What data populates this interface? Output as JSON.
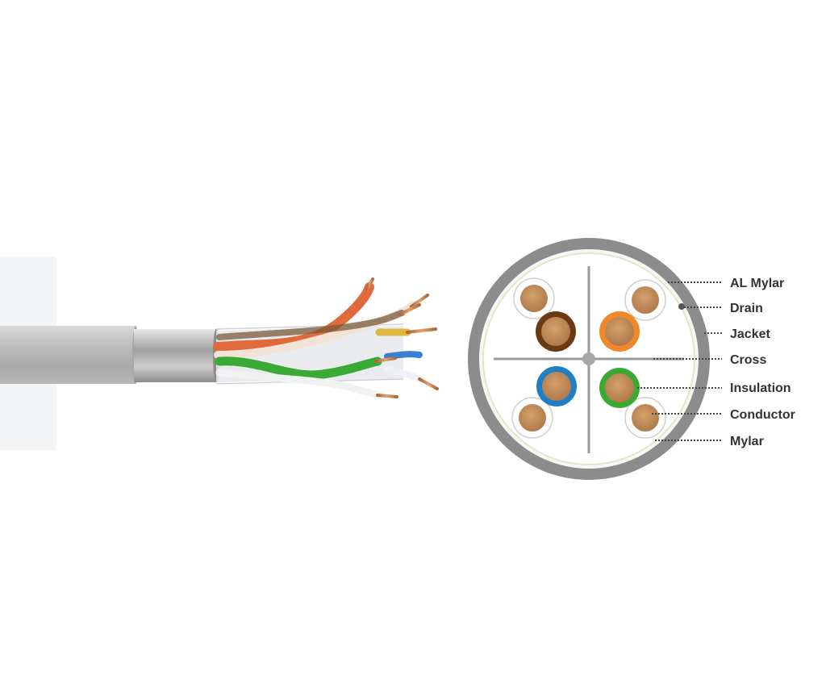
{
  "diagram": {
    "labels": [
      {
        "id": "al-mylar",
        "text": "AL Mylar"
      },
      {
        "id": "drain",
        "text": "Drain"
      },
      {
        "id": "jacket",
        "text": "Jacket"
      },
      {
        "id": "cross",
        "text": "Cross"
      },
      {
        "id": "insulation",
        "text": "Insulation"
      },
      {
        "id": "conductor",
        "text": "Conductor"
      },
      {
        "id": "mylar",
        "text": "Mylar"
      }
    ],
    "colors": {
      "jacket": "#8a8a8a",
      "copper": "#c08a5a",
      "brown_insulation": "#6b3a12",
      "orange_insulation": "#f0892b",
      "blue_insulation": "#1f7fc4",
      "green_insulation": "#3aaa35",
      "label_text": "#333333"
    }
  }
}
